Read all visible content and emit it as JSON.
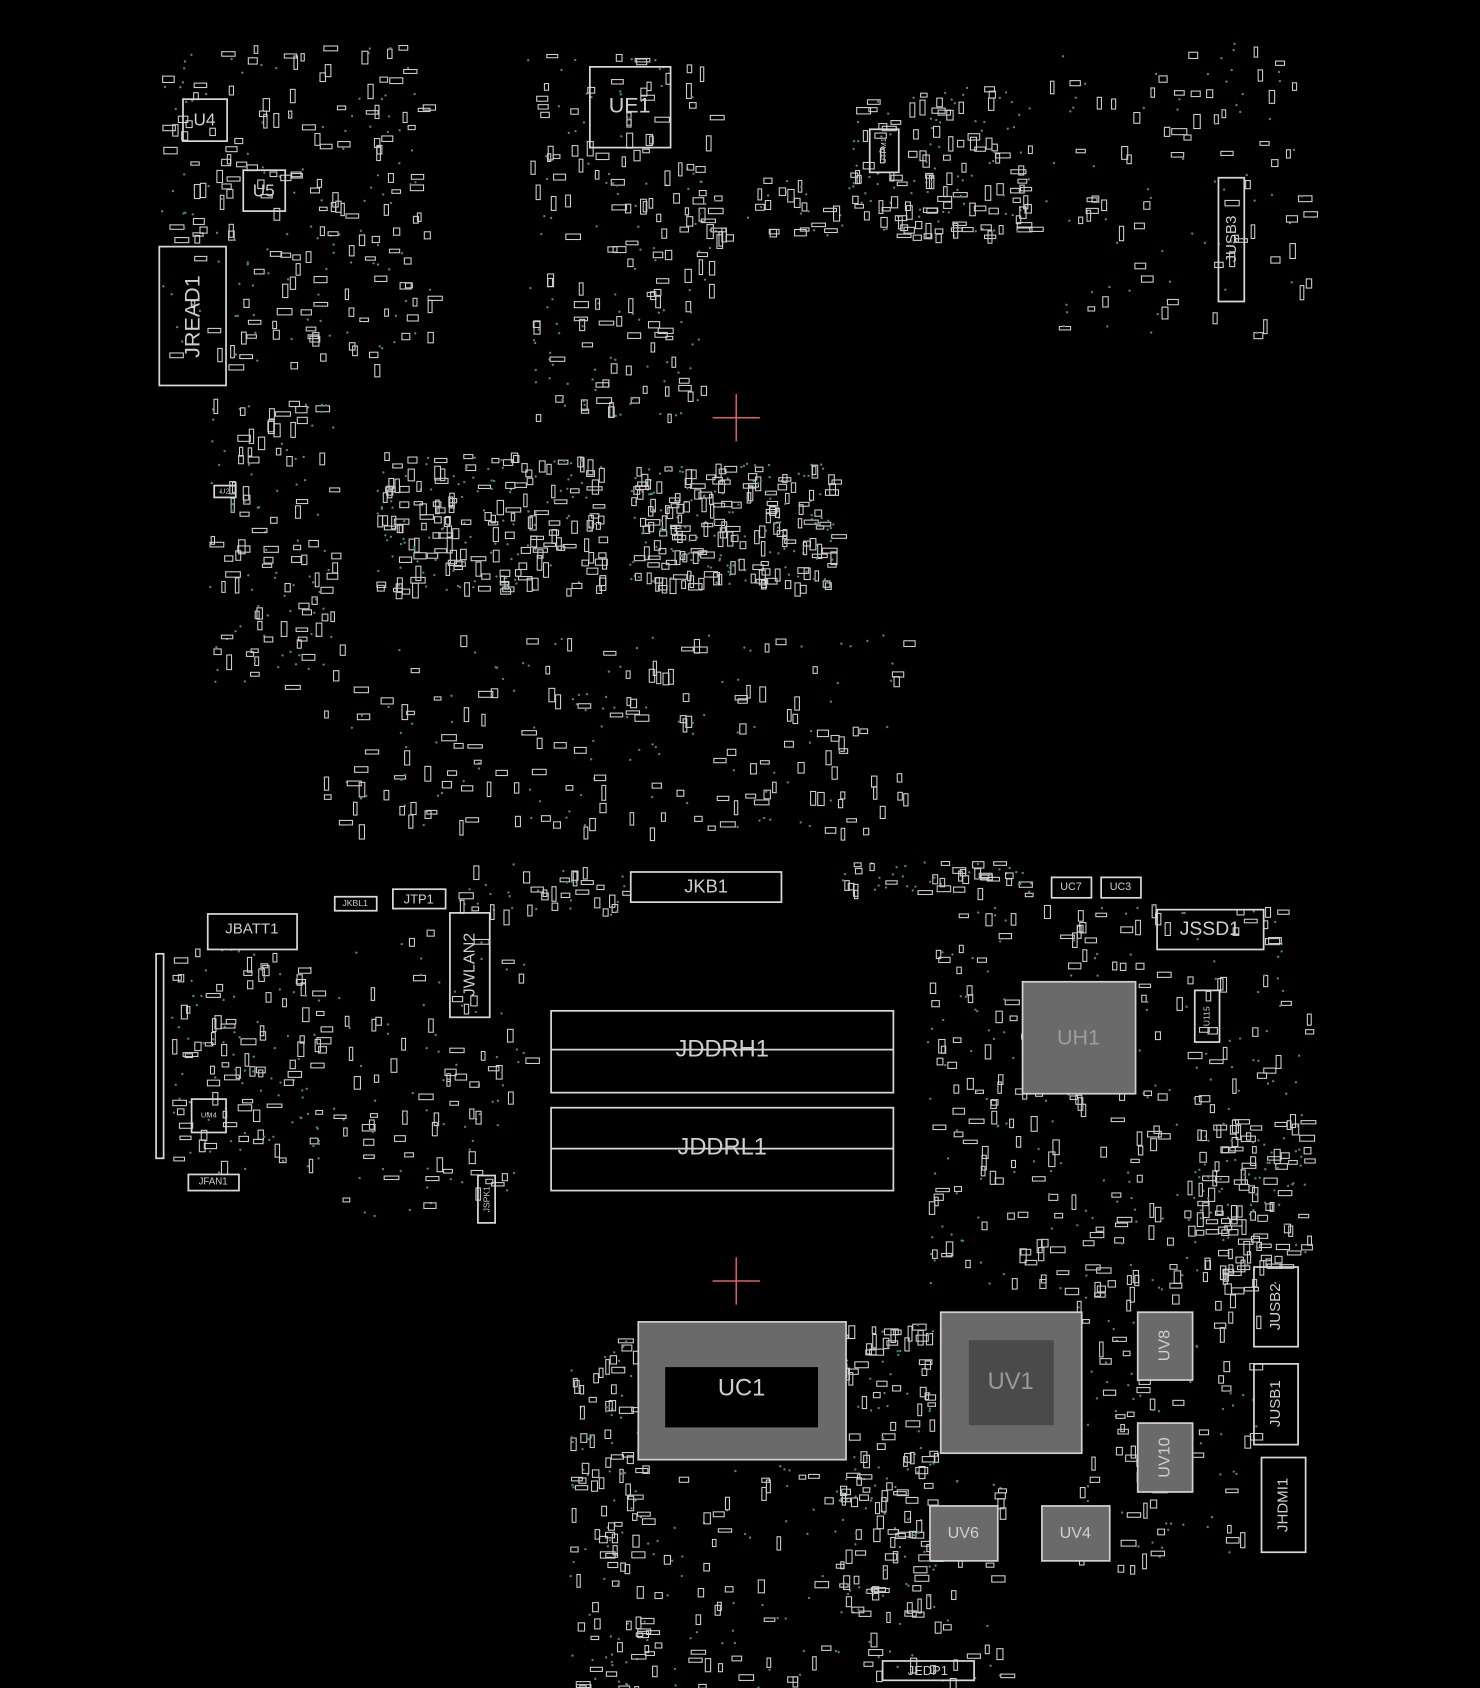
{
  "board": {
    "components": {
      "UE1": "UE1",
      "U4": "U4",
      "U5": "U5",
      "JREAD1": "JREAD1",
      "JUSB3": "JUSB3",
      "UTPM1": "UTPM1",
      "U2": "U2",
      "JKB1": "JKB1",
      "JBATT1": "JBATT1",
      "JTP1": "JTP1",
      "JKBL1": "JKBL1",
      "JWLAN2": "JWLAN2",
      "UC7": "UC7",
      "UC3": "UC3",
      "JSSD1": "JSSD1",
      "UH1": "UH1",
      "U115": "U115",
      "JDDRH1": "JDDRH1",
      "JDDRL1": "JDDRL1",
      "JFAN1": "JFAN1",
      "JSPK1": "JSPK1",
      "UM4": "UM4",
      "UC1": "UC1",
      "UV1": "UV1",
      "UV8": "UV8",
      "UV10": "UV10",
      "JUSB2": "JUSB2",
      "JUSB1": "JUSB1",
      "JHDMI1": "JHDMI1",
      "UV6": "UV6",
      "UV4": "UV4",
      "JEDP1": "JEDP1"
    },
    "colors": {
      "background": "#000000",
      "outline": "#d8d8d8",
      "via": "#3f8f7f",
      "marker": "#e06060"
    }
  }
}
